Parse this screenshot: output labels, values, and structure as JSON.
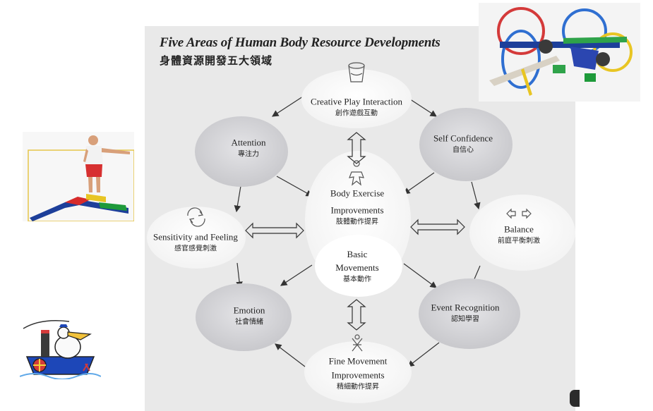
{
  "title": "Five Areas of Human Body Resource Developments",
  "subtitle": "身體資源開發五大領域",
  "nodes": {
    "creative": {
      "en": "Creative Play Interaction",
      "zh": "創作遊戲互動"
    },
    "attention": {
      "en": "Attention",
      "zh": "專注力"
    },
    "confidence": {
      "en": "Self Confidence",
      "zh": "自信心"
    },
    "sensitivity": {
      "en": "Sensitivity and Feeling",
      "zh": "感官感覺刺激"
    },
    "balance": {
      "en": "Balance",
      "zh": "前庭平衡刺激"
    },
    "body_exercise": {
      "en1": "Body Exercise",
      "en2": "Improvements",
      "zh": "肢體動作提昇"
    },
    "basic": {
      "en1": "Basic",
      "en2": "Movements",
      "zh": "基本動作"
    },
    "emotion": {
      "en": "Emotion",
      "zh": "社會情緒"
    },
    "event": {
      "en": "Event Recognition",
      "zh": "認知學習"
    },
    "fine": {
      "en1": "Fine Movement",
      "en2": "Improvements",
      "zh": "精細動作提昇"
    }
  },
  "colors": {
    "node_grey": "#cfcfd3",
    "node_white": "#ffffff",
    "background": "#e9e9e9",
    "ink": "#222222"
  },
  "icons": [
    "bucket-icon",
    "gingerbread-figure-icon",
    "cycle-arrows-icon",
    "left-right-arrows-icon",
    "crossed-figure-icon"
  ]
}
